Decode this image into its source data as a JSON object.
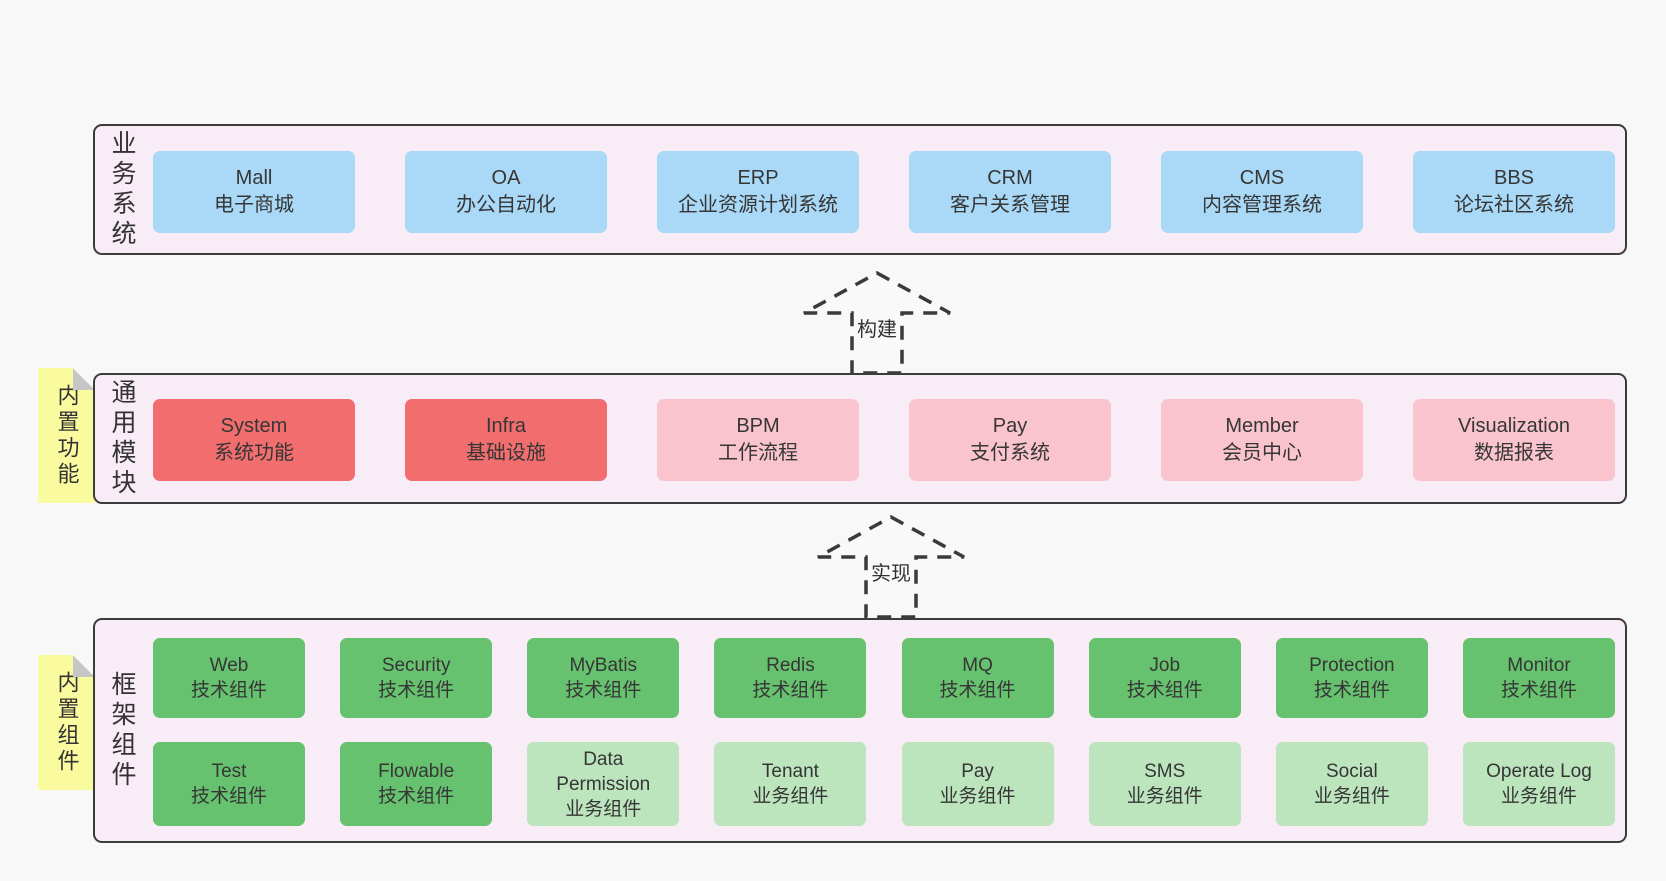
{
  "colors": {
    "page_bg": "#f8f8f8",
    "container_bg": "#f8ecf6",
    "container_border": "#3c3c3c",
    "blue": "#a9d9f7",
    "red": "#f26d6d",
    "pink": "#fac4ce",
    "green": "#66c26e",
    "green_light": "#bce4bd",
    "tag_yellow": "#fafa9e",
    "fold_gray": "#c6c6c6",
    "text": "#333333"
  },
  "arrows": [
    {
      "label": "构建"
    },
    {
      "label": "实现"
    }
  ],
  "layers": {
    "business": {
      "side_label": "业务系统",
      "boxes": [
        {
          "title": "Mall",
          "subtitle": "电子商城",
          "variant": "blue"
        },
        {
          "title": "OA",
          "subtitle": "办公自动化",
          "variant": "blue"
        },
        {
          "title": "ERP",
          "subtitle": "企业资源计划系统",
          "variant": "blue"
        },
        {
          "title": "CRM",
          "subtitle": "客户关系管理",
          "variant": "blue"
        },
        {
          "title": "CMS",
          "subtitle": "内容管理系统",
          "variant": "blue"
        },
        {
          "title": "BBS",
          "subtitle": "论坛社区系统",
          "variant": "blue"
        }
      ]
    },
    "modules": {
      "side_label": "通用模块",
      "tag": "内置功能",
      "boxes": [
        {
          "title": "System",
          "subtitle": "系统功能",
          "variant": "red"
        },
        {
          "title": "Infra",
          "subtitle": "基础设施",
          "variant": "red"
        },
        {
          "title": "BPM",
          "subtitle": "工作流程",
          "variant": "pink"
        },
        {
          "title": "Pay",
          "subtitle": "支付系统",
          "variant": "pink"
        },
        {
          "title": "Member",
          "subtitle": "会员中心",
          "variant": "pink"
        },
        {
          "title": "Visualization",
          "subtitle": "数据报表",
          "variant": "pink"
        }
      ]
    },
    "components": {
      "side_label": "框架组件",
      "tag": "内置组件",
      "row1": [
        {
          "title": "Web",
          "subtitle": "技术组件",
          "variant": "green"
        },
        {
          "title": "Security",
          "subtitle": "技术组件",
          "variant": "green"
        },
        {
          "title": "MyBatis",
          "subtitle": "技术组件",
          "variant": "green"
        },
        {
          "title": "Redis",
          "subtitle": "技术组件",
          "variant": "green"
        },
        {
          "title": "MQ",
          "subtitle": "技术组件",
          "variant": "green"
        },
        {
          "title": "Job",
          "subtitle": "技术组件",
          "variant": "green"
        },
        {
          "title": "Protection",
          "subtitle": "技术组件",
          "variant": "green"
        },
        {
          "title": "Monitor",
          "subtitle": "技术组件",
          "variant": "green"
        }
      ],
      "row2": [
        {
          "title": "Test",
          "subtitle": "技术组件",
          "variant": "green"
        },
        {
          "title": "Flowable",
          "subtitle": "技术组件",
          "variant": "green"
        },
        {
          "title": "Data Permission",
          "subtitle": "业务组件",
          "variant": "green-light"
        },
        {
          "title": "Tenant",
          "subtitle": "业务组件",
          "variant": "green-light"
        },
        {
          "title": "Pay",
          "subtitle": "业务组件",
          "variant": "green-light"
        },
        {
          "title": "SMS",
          "subtitle": "业务组件",
          "variant": "green-light"
        },
        {
          "title": "Social",
          "subtitle": "业务组件",
          "variant": "green-light"
        },
        {
          "title": "Operate Log",
          "subtitle": "业务组件",
          "variant": "green-light"
        }
      ]
    }
  }
}
